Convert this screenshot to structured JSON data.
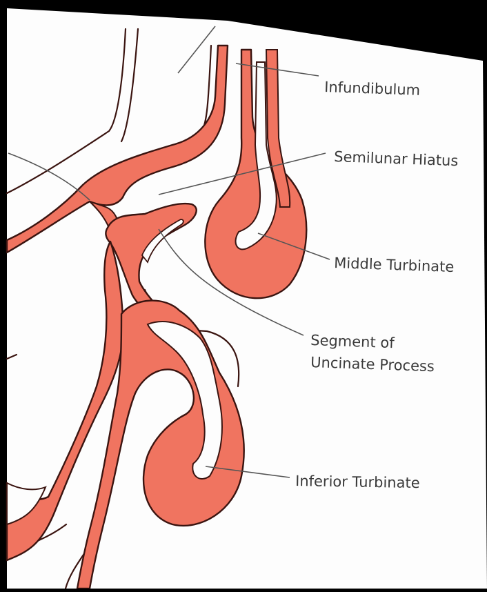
{
  "labels": {
    "infundibulum": "Infundibulum",
    "semilunar_hiatus": "Semilunar Hiatus",
    "middle_turbinate": "Middle Turbinate",
    "uncinate_line1": "Segment of",
    "uncinate_line2": "Uncinate Process",
    "inferior_turbinate": "Inferior Turbinate"
  },
  "colors": {
    "tissue": "#f07460",
    "outline": "#3a1410",
    "paper": "#fdfdfd",
    "frame": "#000000",
    "text": "#3a3a3a"
  }
}
